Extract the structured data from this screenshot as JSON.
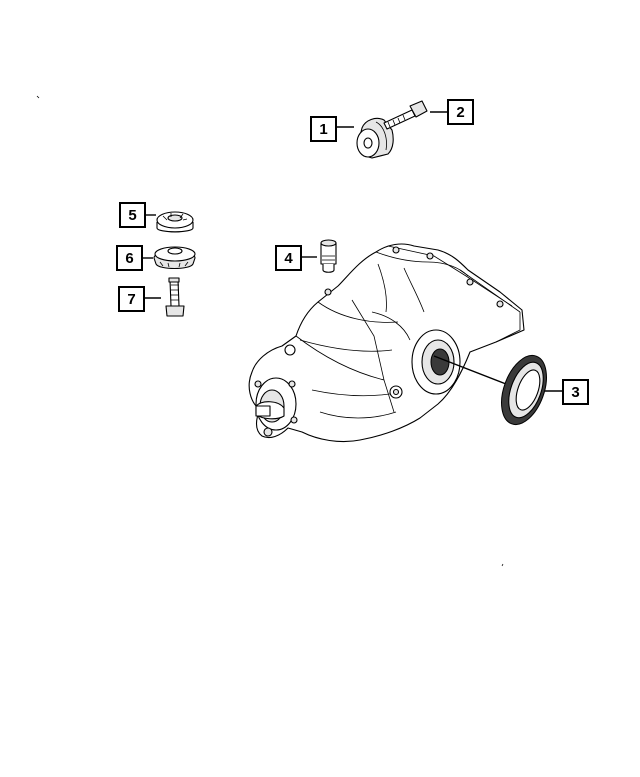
{
  "colors": {
    "background": "#ffffff",
    "line": "#000000",
    "shade": "#e6e6e6"
  },
  "callouts": [
    {
      "id": "1",
      "label": "1",
      "part": "bushing"
    },
    {
      "id": "2",
      "label": "2",
      "part": "bolt"
    },
    {
      "id": "3",
      "label": "3",
      "part": "axle-seal"
    },
    {
      "id": "4",
      "label": "4",
      "part": "vent-tube"
    },
    {
      "id": "5",
      "label": "5",
      "part": "isolator-upper"
    },
    {
      "id": "6",
      "label": "6",
      "part": "isolator-lower"
    },
    {
      "id": "7",
      "label": "7",
      "part": "mounting-bolt"
    }
  ]
}
